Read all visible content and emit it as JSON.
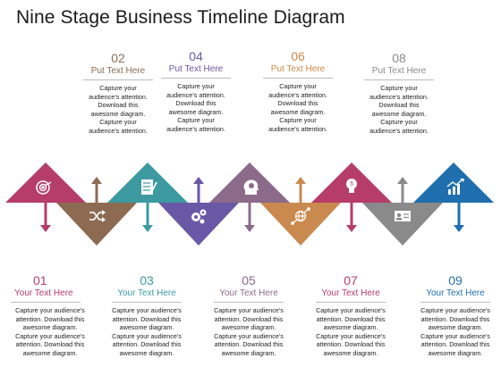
{
  "title": "Nine Stage Business Timeline Diagram",
  "top_stages": [
    {
      "num": "02",
      "head": "Put Text Here",
      "desc": "Capture your\naudience’s attention.\nDownload this\nawesome diagram.\nCapture your\naudience’s attention.",
      "color": "#8c6b52"
    },
    {
      "num": "04",
      "head": "Put Text Here",
      "desc": "Capture your\naudience’s attention.\nDownload this\nawesome diagram.\nCapture your\naudience’s attention.",
      "color": "#6a58a6"
    },
    {
      "num": "06",
      "head": "Put Text Here",
      "desc": "Capture your\naudience’s attention.\nDownload this\nawesome diagram.\nCapture your\naudience’s attention.",
      "color": "#d0884a"
    },
    {
      "num": "08",
      "head": "Put Text Here",
      "desc": "Capture your\naudience’s attention.\nDownload this\nawesome diagram.\nCapture your\naudience’s attention.",
      "color": "#8a8a8a"
    }
  ],
  "bottom_stages": [
    {
      "num": "01",
      "head": "Your Text Here",
      "desc": "Capture your audience’s\nattention. Download this\nawesome diagram.\nCapture your audience’s\nattention. Download this\nawesome diagram.",
      "color": "#b63d6a"
    },
    {
      "num": "03",
      "head": "Your Text Here",
      "desc": "Capture your audience’s\nattention. Download this\nawesome diagram.\nCapture your audience’s\nattention. Download this\nawesome diagram.",
      "color": "#3d9aa0"
    },
    {
      "num": "05",
      "head": "Your Text Here",
      "desc": "Capture your audience’s\nattention. Download this\nawesome diagram.\nCapture your audience’s\nattention. Download this\nawesome diagram.",
      "color": "#8c6b8a"
    },
    {
      "num": "07",
      "head": "Your Text Here",
      "desc": "Capture your audience’s\nattention. Download this\nawesome diagram.\nCapture your audience’s\nattention. Download this\nawesome diagram.",
      "color": "#b63d6a"
    },
    {
      "num": "09",
      "head": "Your Text Here",
      "desc": "Capture your audience’s\nattention. Download this\nawesome diagram.\nCapture your audience’s\nattention. Download this\nawesome diagram.",
      "color": "#1f6fae"
    }
  ],
  "triangles": [
    {
      "dir": "up",
      "color": "#b63d6a",
      "icon": "target-icon"
    },
    {
      "dir": "down",
      "color": "#8c6b52",
      "icon": "shuffle-icon"
    },
    {
      "dir": "up",
      "color": "#3d9aa0",
      "icon": "document-icon"
    },
    {
      "dir": "down",
      "color": "#6a58a6",
      "icon": "gears-icon"
    },
    {
      "dir": "up",
      "color": "#8c6b8a",
      "icon": "head-gears-icon"
    },
    {
      "dir": "down",
      "color": "#c9894f",
      "icon": "globe-network-icon"
    },
    {
      "dir": "up",
      "color": "#b63d6a",
      "icon": "lightbulb-icon"
    },
    {
      "dir": "down",
      "color": "#8a8a8a",
      "icon": "id-card-icon"
    },
    {
      "dir": "up",
      "color": "#1f6fae",
      "icon": "growth-chart-icon"
    }
  ]
}
